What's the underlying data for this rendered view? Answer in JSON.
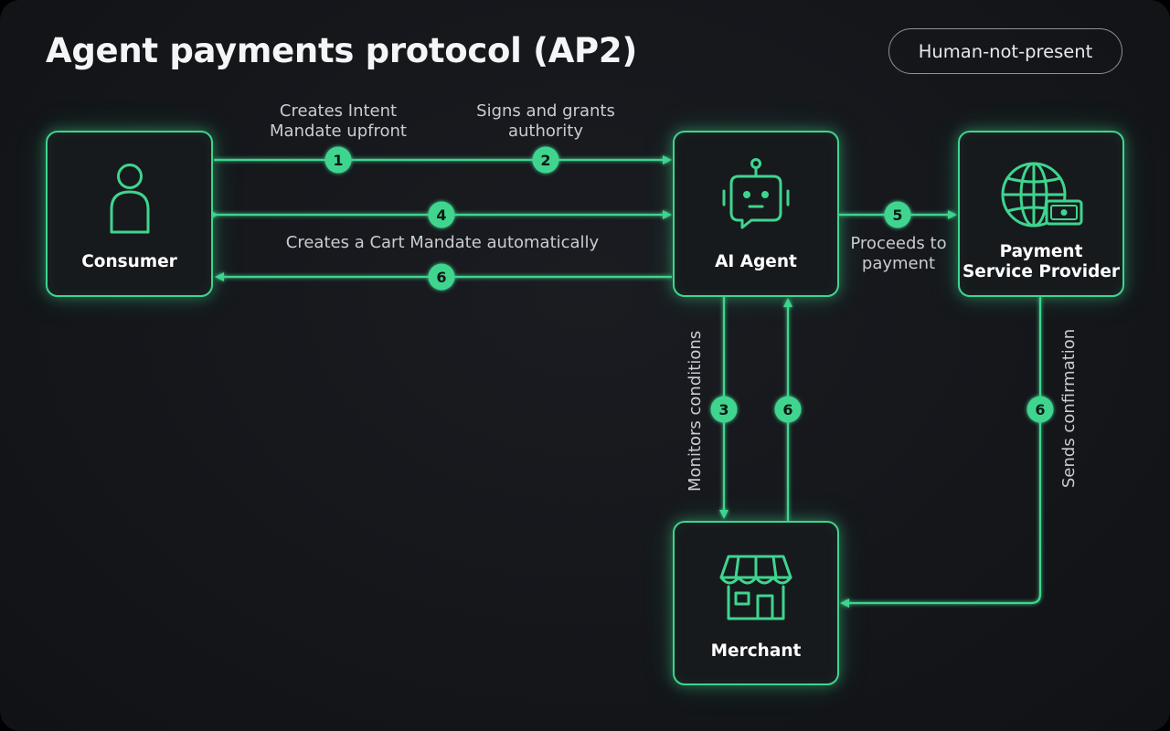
{
  "title": "Agent payments protocol (AP2)",
  "mode_pill": "Human-not-present",
  "colors": {
    "accent": "#3fd58f",
    "background": "#131519",
    "node_fill": "#171a1d",
    "text": "#ffffff",
    "muted_text": "#c9ccd0"
  },
  "nodes": {
    "consumer": {
      "label": "Consumer",
      "icon": "person-icon"
    },
    "ai_agent": {
      "label": "AI Agent",
      "icon": "robot-chat-icon"
    },
    "psp": {
      "label_line1": "Payment",
      "label_line2": "Service Provider",
      "icon": "globe-money-icon"
    },
    "merchant": {
      "label": "Merchant",
      "icon": "storefront-icon"
    }
  },
  "edges": {
    "create_intent": {
      "step": "1",
      "label_line1": "Creates Intent",
      "label_line2": "Mandate upfront"
    },
    "sign_grant": {
      "step": "2",
      "label_line1": "Signs and grants",
      "label_line2": "authority"
    },
    "monitor": {
      "step": "3",
      "label": "Monitors conditions"
    },
    "cart_mandate": {
      "step": "4",
      "label": "Creates a Cart Mandate automatically"
    },
    "proceed_payment": {
      "step": "5",
      "label_line1": "Proceeds to",
      "label_line2": "payment"
    },
    "confirm_consumer": {
      "step": "6"
    },
    "confirm_agent": {
      "step": "6"
    },
    "send_confirmation": {
      "step": "6",
      "label": "Sends confirmation"
    }
  }
}
